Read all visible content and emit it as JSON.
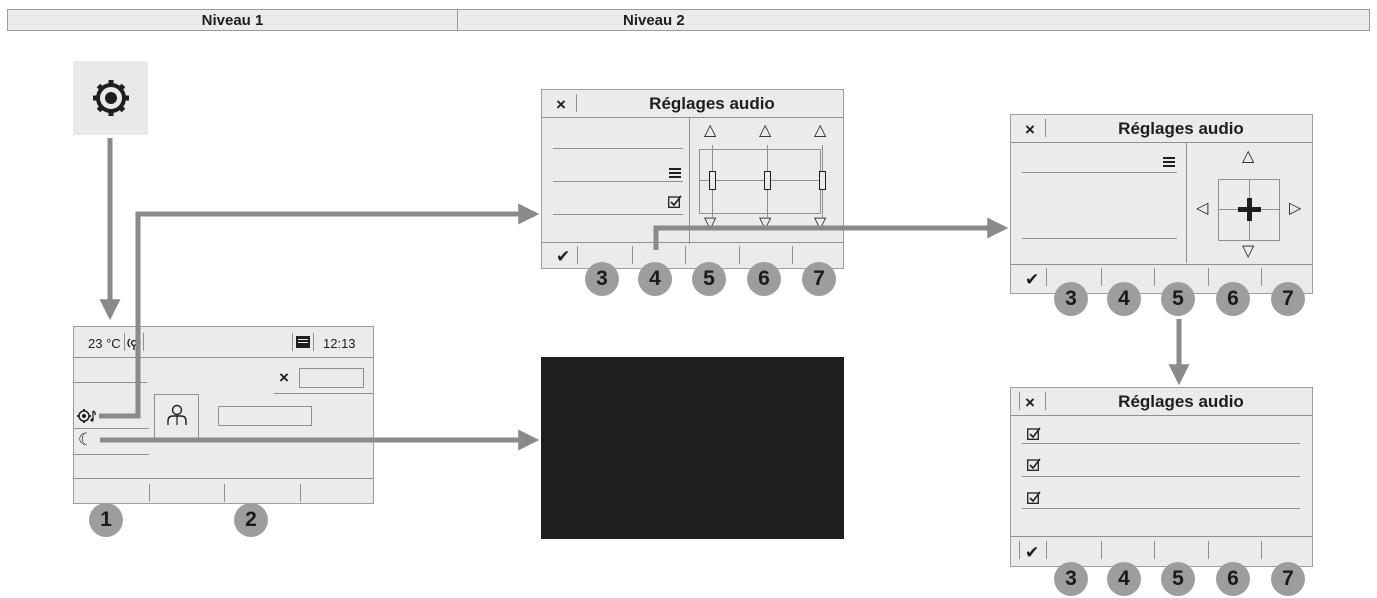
{
  "header": {
    "level1": "Niveau 1",
    "level2": "Niveau 2"
  },
  "screen_main": {
    "temperature": "23 °C",
    "time": "12:13",
    "close_icon": "×"
  },
  "screen_audio_a": {
    "title": "Réglages audio",
    "close_icon": "×",
    "confirm_icon": "✔"
  },
  "screen_audio_b": {
    "title": "Réglages audio",
    "close_icon": "×",
    "confirm_icon": "✔"
  },
  "screen_audio_c": {
    "title": "Réglages audio",
    "close_icon": "×",
    "confirm_icon": "✔"
  },
  "badges_main": [
    "1",
    "2"
  ],
  "badges_a": [
    "3",
    "4",
    "5",
    "6",
    "7"
  ],
  "badges_b": [
    "3",
    "4",
    "5",
    "6",
    "7"
  ],
  "badges_c": [
    "3",
    "4",
    "5",
    "6",
    "7"
  ],
  "icons": {
    "settings": "gear-icon",
    "audio_settings": "gear-note-icon",
    "night_mode": "moon-icon",
    "profile": "person-icon",
    "list": "list-icon",
    "checkbox": "checkbox-icon",
    "cross_pad": "plus-icon"
  },
  "colors": {
    "screen_bg": "#ebebeb",
    "arrow": "#8a8a8a",
    "badge": "#9d9d9d",
    "dark_panel": "#1e1e1e"
  }
}
